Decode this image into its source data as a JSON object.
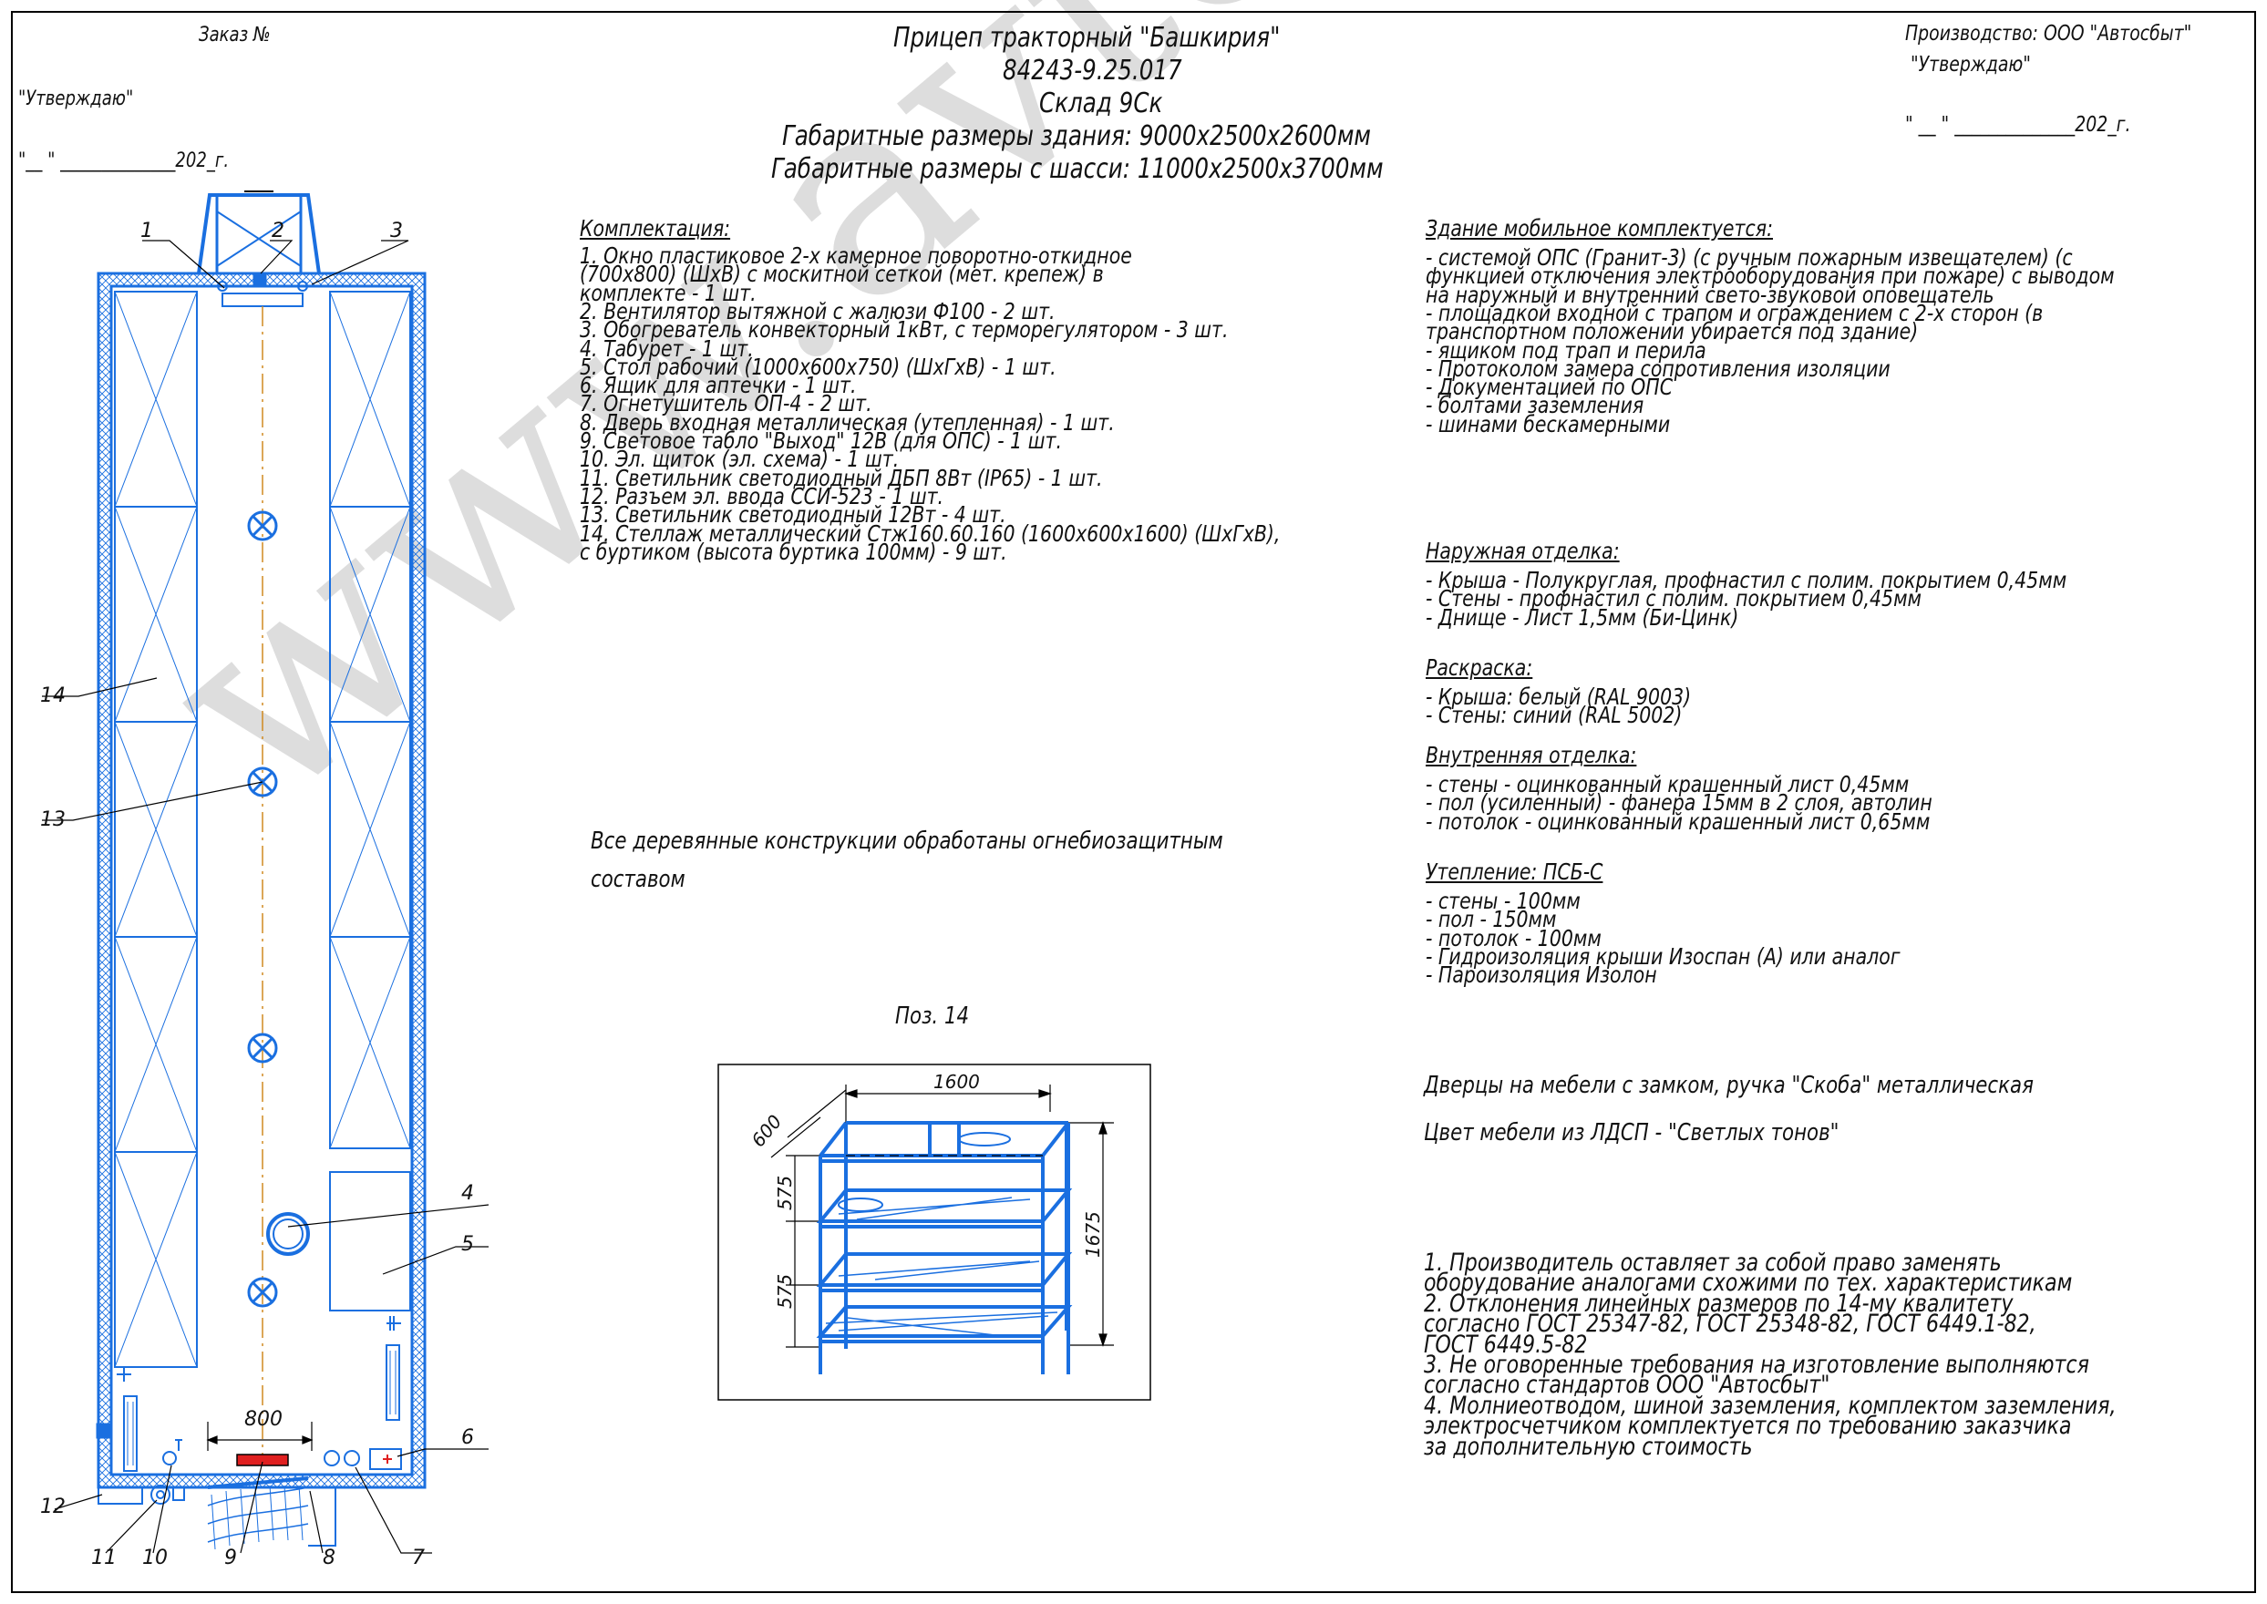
{
  "header_left": {
    "order": "Заказ №",
    "approve": "\"Утверждаю\"",
    "date_line": "\"__ \" ______________202_г."
  },
  "header_right": {
    "producer": "Производство: ООО \"Автосбыт\"",
    "approve": "\"Утверждаю\"",
    "date_line": "\" __ \" ______________202_г."
  },
  "title": {
    "line1": "Прицеп тракторный \"Башкирия\"",
    "line2": "84243-9.25.017",
    "line3": "Склад 9Ск",
    "line4": "Габаритные размеры здания: 9000х2500х2600мм",
    "line5": "Габаритные размеры с шасси: 11000х2500х3700мм"
  },
  "kit": {
    "heading": "Комплектация:",
    "lines": [
      "1.   Окно пластиковое 2-х камерное поворотно-откидное",
      "     (700х800) (ШхВ) с москитной сеткой (мет. крепеж) в",
      "     комплекте - 1 шт.",
      "2.  Вентилятор вытяжной с жалюзи Ф100 - 2 шт.",
      "3.  Обогреватель конвекторный 1кВт, с терморегулятором - 3 шт.",
      "4.  Табурет - 1 шт.",
      "5.  Стол рабочий (1000х600х750) (ШхГхВ) - 1 шт.",
      "6.  Ящик для аптечки - 1 шт.",
      "7.  Огнетушитель ОП-4 - 2 шт.",
      "8.  Дверь входная металлическая (утепленная) - 1 шт.",
      "9.  Световое табло \"Выход\" 12В (для ОПС) - 1 шт.",
      "10.  Эл. щиток (эл. схема) - 1 шт.",
      "11.  Светильник светодиодный ДБП 8Вт (IP65) - 1 шт.",
      "12.  Разъем эл. ввода ССИ-523 - 1 шт.",
      "13.  Светильник светодиодный 12Вт - 4 шт.",
      "14.  Стеллаж металлический Стж160.60.160 (1600х600х1600) (ШхГхВ),",
      "      с буртиком (высота буртика 100мм) - 9 шт."
    ],
    "note_line1": "Все деревянные конструкции обработаны огнебиозащитным",
    "note_line2": "составом"
  },
  "building": {
    "heading": "Здание мобильное комплектуется:",
    "lines": [
      "- системой ОПС (Гранит-3) (с ручным пожарным извещателем) (с",
      "   функцией отключения электрооборудования при пожаре) с выводом",
      "   на наружный и внутренний свето-звуковой оповещатель",
      "- площадкой входной с трапом и ограждением с 2-х сторон (в",
      "   транспортном положении убирается под здание)",
      "- ящиком под трап и перила",
      "- Протоколом замера сопротивления изоляции",
      "- Документацией по ОПС",
      "- болтами заземления",
      "- шинами бескамерными"
    ],
    "outer_heading": "Наружная отделка:",
    "outer_lines": [
      "- Крыша - Полукруглая, профнастил с полим. покрытием 0,45мм",
      "- Стены - профнастил с полим. покрытием 0,45мм",
      "- Днище - Лист 1,5мм (Би-Цинк)"
    ],
    "paint_heading": "Раскраска:",
    "paint_lines": [
      "- Крыша: белый (RAL 9003)",
      "- Стены: синий (RAL 5002)"
    ],
    "inner_heading": "Внутренняя отделка:",
    "inner_lines": [
      "- стены - оцинкованный крашенный лист 0,45мм",
      "- пол (усиленный) - фанера 15мм в 2 слоя, автолин",
      "- потолок - оцинкованный крашенный лист 0,65мм"
    ],
    "insul_heading": "Утепление: ПСБ-С",
    "insul_lines": [
      "- стены - 100мм",
      "- пол - 150мм",
      "- потолок - 100мм",
      "- Гидроизоляция крыши Изоспан (А) или аналог",
      "- Пароизоляция Изолон"
    ],
    "furniture1": "Дверцы на мебели с замком, ручка \"Скоба\" металлическая",
    "furniture2": "Цвет мебели из ЛДСП - \"Светлых тонов\""
  },
  "notes": {
    "lines": [
      "1.  Производитель оставляет за собой право заменять",
      "оборудование аналогами схожими по тех. характеристикам",
      "2.  Отклонения линейных размеров по 14-му квалитету",
      "согласно ГОСТ 25347-82, ГОСТ 25348-82, ГОСТ 6449.1-82,",
      "ГОСТ 6449.5-82",
      "3.  Не оговоренные требования на изготовление выполняются",
      "согласно стандартов ООО \"Автосбыт\"",
      "4.  Молниеотводом, шиной заземления, комплектом заземления,",
      "электросчетчиком комплектуется по требованию заказчика",
      "за дополнительную стоимость"
    ]
  },
  "rack": {
    "pos_label": "Поз. 14",
    "dim_width": "1600",
    "dim_depth": "600",
    "dim_height": "1675",
    "dim_shelf1": "575",
    "dim_shelf2": "575"
  },
  "plan": {
    "dim_door": "800",
    "callouts": [
      "1",
      "2",
      "3",
      "4",
      "5",
      "6",
      "7",
      "8",
      "9",
      "10",
      "11",
      "12",
      "13",
      "14"
    ]
  },
  "watermark": "www.avtosbyt.ru",
  "colors": {
    "line": "#1a6fe0",
    "dark": "#000000",
    "red": "#e02020"
  }
}
